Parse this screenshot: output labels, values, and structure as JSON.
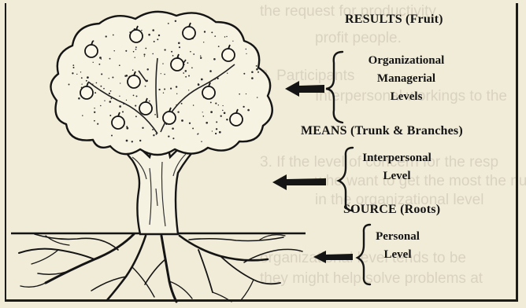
{
  "diagram": {
    "sections": [
      {
        "heading": "RESULTS (Fruit)",
        "levels": [
          "Organizational",
          "Managerial",
          "Levels"
        ]
      },
      {
        "heading": "MEANS (Trunk & Branches)",
        "levels": [
          "Interpersonal",
          "Level"
        ]
      },
      {
        "heading": "SOURCE (Roots)",
        "levels": [
          "Personal",
          "Level"
        ]
      }
    ]
  },
  "bleed_through": [
    "the request for productivity",
    "profit people.",
    "3. Participants",
    "Interpersonal workings to the",
    "3. If the level of concern for the resp",
    "who want to get the most the numbers",
    "in the organizational level",
    "organizational level tends to be",
    "they might help solve problems at"
  ]
}
